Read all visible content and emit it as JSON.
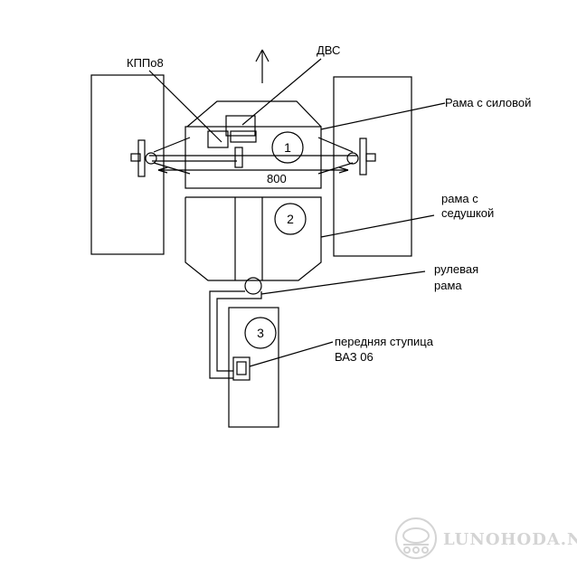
{
  "labels": {
    "engine": "ДВС",
    "gearbox": "КППо8",
    "power_frame_line1": "Рама с силовой",
    "seat_frame_line1": "рама с",
    "seat_frame_line2": "седушкой",
    "steering_frame_line1": "рулевая",
    "steering_frame_line2": "рама",
    "front_hub_line1": "передняя ступица",
    "front_hub_line2": "ВАЗ 06",
    "width_dimension": "800"
  },
  "sections": {
    "one": "1",
    "two": "2",
    "three": "3"
  },
  "watermark": {
    "text": "LUNOHODA.NET"
  },
  "colors": {
    "line": "#000000",
    "watermark": "#d4d4d4",
    "background": "#ffffff"
  }
}
